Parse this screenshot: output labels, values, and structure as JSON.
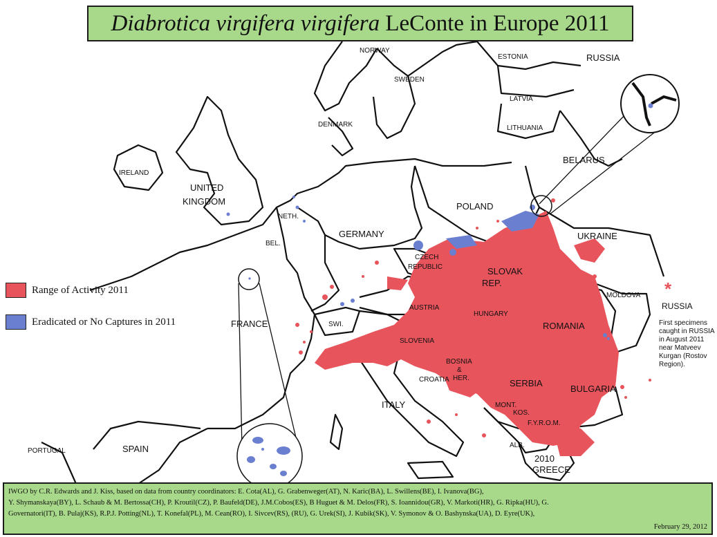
{
  "title": {
    "species": "Diabrotica virgifera virgifera",
    "rest": " LeConte in Europe 2011"
  },
  "legend": {
    "items": [
      {
        "label": "Range of Activity 2011",
        "color": "#e8545c"
      },
      {
        "label": "Eradicated or No Captures in 2011",
        "color": "#6b7fd0"
      }
    ]
  },
  "countries": {
    "norway": "NORWAY",
    "sweden": "SWEDEN",
    "estonia": "ESTONIA",
    "russia_top": "RUSSIA",
    "latvia": "LATVIA",
    "lithuania": "LITHUANIA",
    "denmark": "DENMARK",
    "belarus": "BELARUS",
    "ireland": "IRELAND",
    "uk_line1": "UNITED",
    "uk_line2": "KINGDOM",
    "poland": "POLAND",
    "neth": "NETH.",
    "germany": "GERMANY",
    "ukraine": "UKRAINE",
    "bel": "BEL.",
    "czech1": "CZECH",
    "czech2": "REPUBLIC",
    "slovak1": "SLOVAK",
    "slovak2": "REP.",
    "moldova": "MOLDOVA",
    "austria": "AUSTRIA",
    "hungary": "HUNGARY",
    "france": "FRANCE",
    "swi": "SWI.",
    "romania": "ROMANIA",
    "slovenia": "SLOVENIA",
    "bosnia1": "BOSNIA",
    "bosnia2": "&",
    "bosnia3": "HER.",
    "croatia": "CROATIA",
    "serbia": "SERBIA",
    "bulgaria": "BULGARIA",
    "italy": "ITALY",
    "mont": "MONT.",
    "kos": "KOS.",
    "fyrom": "F.Y.R.O.M.",
    "portugal": "PORTUGAL",
    "spain": "SPAIN",
    "alb": "ALB.",
    "year_2010": "2010",
    "greece": "GREECE"
  },
  "russia_note": {
    "star": "*",
    "label": "RUSSIA",
    "text": "First specimens caught in RUSSIA in August 2011 near Matveev Kurgan (Rostov Region)."
  },
  "credits": {
    "line1": "IWGO by C.R. Edwards and J. Kiss, based on data from country coordinators: E. Cota(AL), G. Grabenweger(AT), N. Karic(BA), L. Swillens(BE), I. Ivanova(BG),",
    "line2": "Y. Shymanskaya(BY), L. Schaub & M. Bertossa(CH), P. Kroutil(CZ), P. Baufeld(DE), J.M.Cobos(ES), B Huguet & M. Delos(FR), S. Ioannidou(GR), V. Markoti(HR), G. Ripka(HU), G.",
    "line3": "Governatori(IT), B. Pulaj(KS), R.P.J. Potting(NL), T. Konefal(PL), M. Cean(RO), I. Sivcev(RS), (RU), G. Urek(SI), J. Kubik(SK), V. Symonov & O. Bashynska(UA), D. Eyre(UK),",
    "date": "February 29, 2012"
  }
}
